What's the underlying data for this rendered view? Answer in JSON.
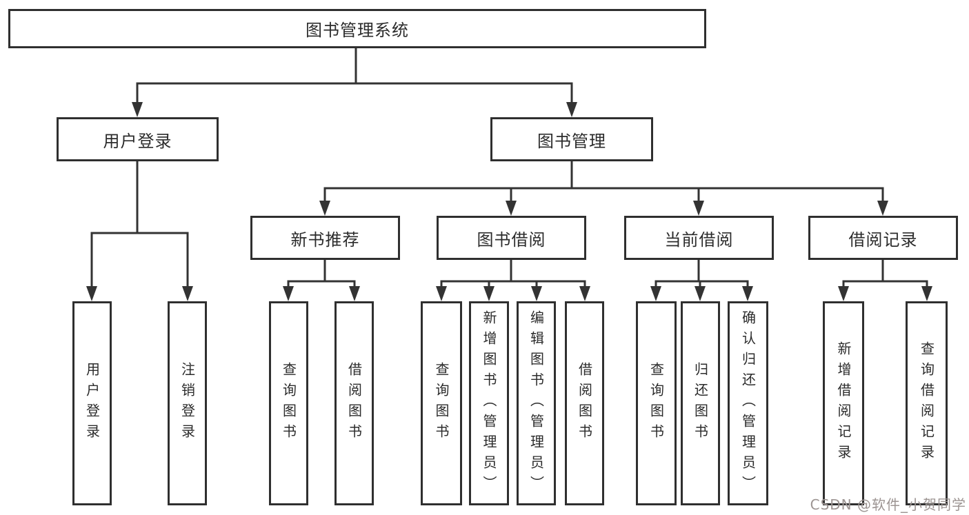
{
  "diagram": {
    "title": "图书管理系统",
    "nodes": {
      "root": "图书管理系统",
      "user_login": "用户登录",
      "book_mgmt": "图书管理",
      "new_book_rec": "新书推荐",
      "book_borrow": "图书借阅",
      "current_borrow": "当前借阅",
      "borrow_records": "借阅记录",
      "leaf_user_login": "用户登录",
      "leaf_logout": "注销登录",
      "leaf_nb_query": "查询图书",
      "leaf_nb_borrow": "借阅图书",
      "leaf_bb_query": "查询图书",
      "leaf_bb_add": "新增图书（管理员）",
      "leaf_bb_edit": "编辑图书（管理员）",
      "leaf_bb_borrow": "借阅图书",
      "leaf_cb_query": "查询图书",
      "leaf_cb_return": "归还图书",
      "leaf_cb_confirm": "确认归还（管理员）",
      "leaf_br_add": "新增借阅记录",
      "leaf_br_query": "查询借阅记录"
    },
    "colors": {
      "line": "#333333",
      "border": "#2f2f2f",
      "text": "#2b2b2b",
      "background": "#ffffff",
      "watermark": "#9c9492"
    }
  },
  "watermark": "CSDN @软件_小贺同学"
}
